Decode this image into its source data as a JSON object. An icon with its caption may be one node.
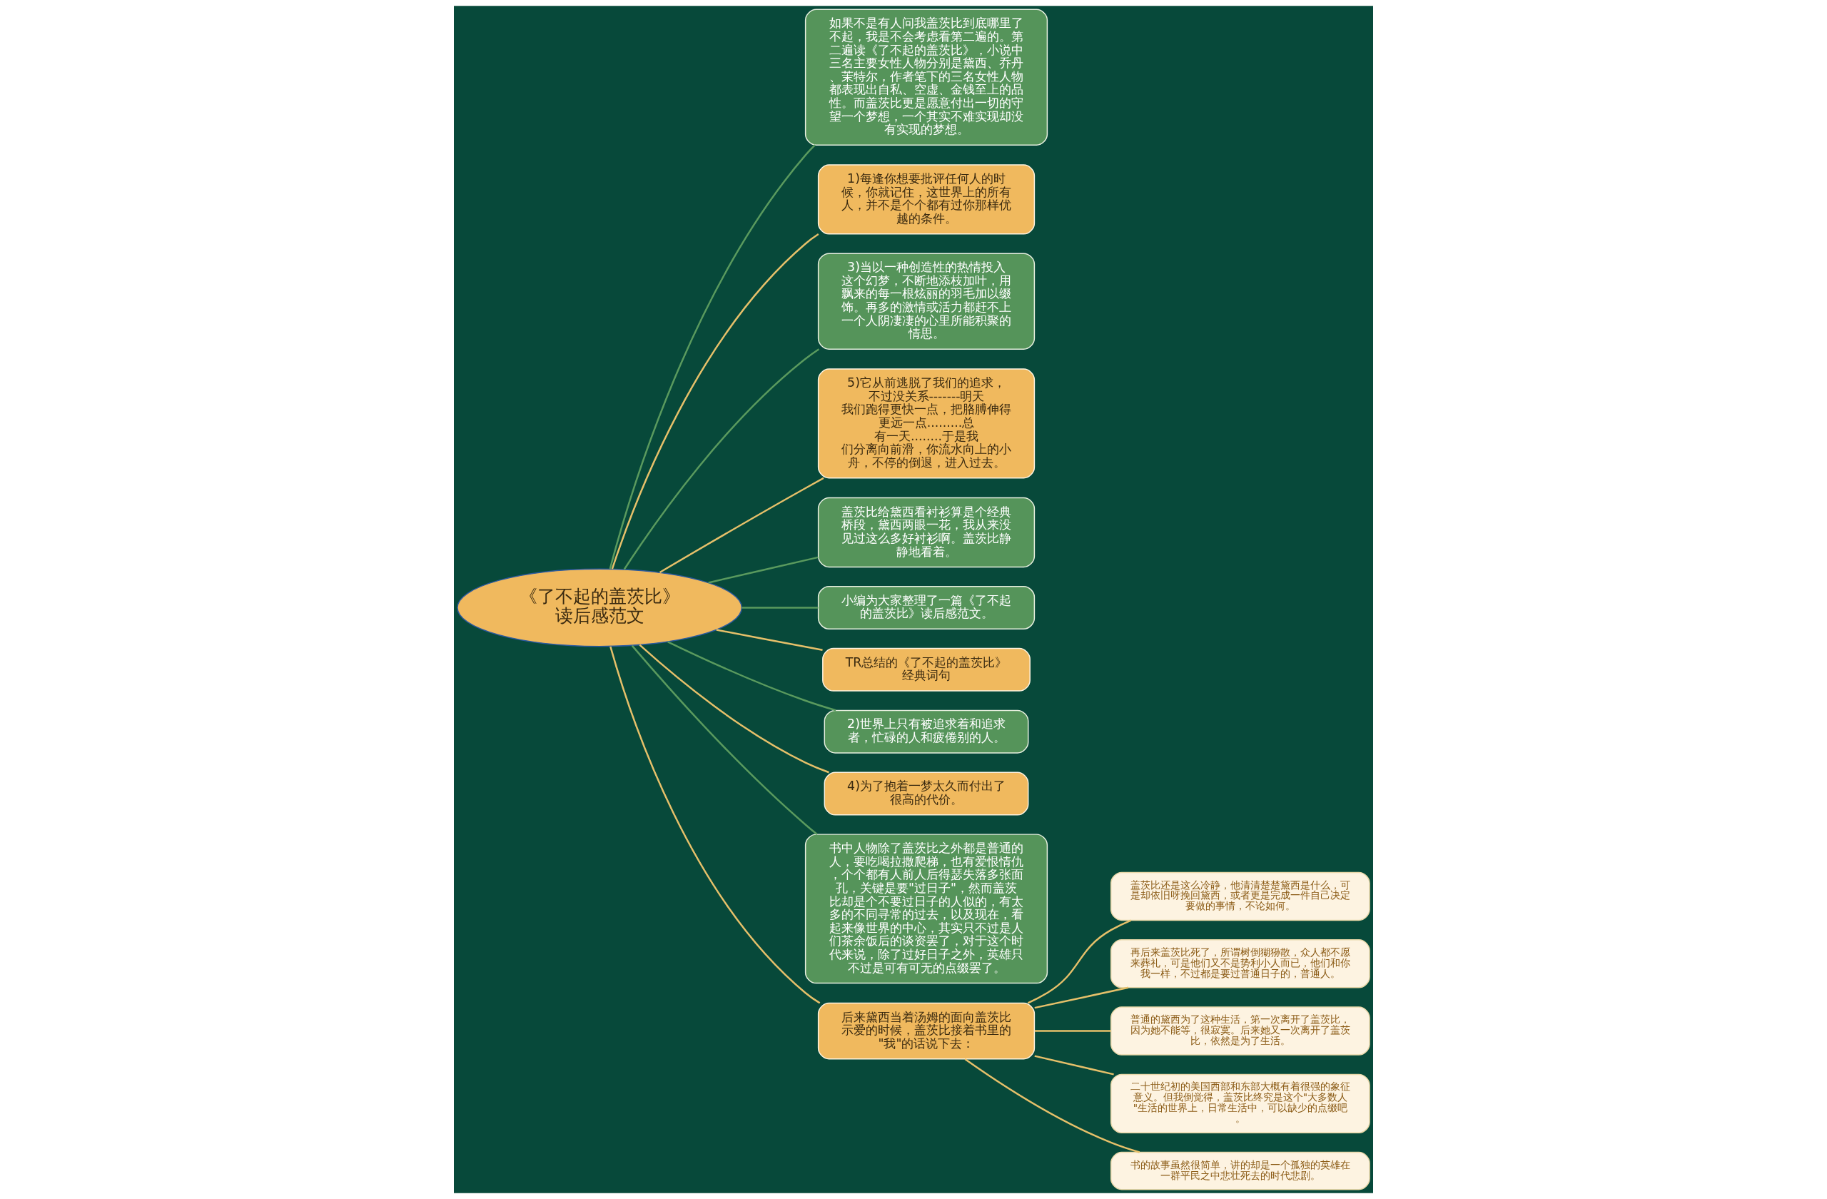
{
  "diagram": {
    "nodes": [
      {
        "text": [
          "《了不起的盖茨比》读后感范文"
        ]
      },
      {
        "text": [
          "如果不是有人问我盖茨比到底哪里了不起，我是不会考虑看第二遍的。第二遍读《了不起的盖茨比》，小说中三名主要女性人物分别是黛西、乔丹、茉特尔，作者笔下的三名女性人物都表现出自私、空虚、金钱至上的品性。而盖茨比更是愿意付出一切的守望一个梦想，一个其实不难实现却没有实现的梦想。"
        ]
      },
      {
        "text": [
          "1)每逢你想要批评任何人的时候，你就记住，这世界上的所有人，并不是个个都有过你那样优越的条件。"
        ]
      },
      {
        "text": [
          "3)当以一种创造性的热情投入这个幻梦，不断地添枝加叶，用飘来的每一根炫丽的羽毛加以缀饰。再多的激情或活力都赶不上一个人阴凄凄的心里所能积聚的情思。"
        ]
      },
      {
        "text": [
          "5)它从前逃脱了我们的追求，不过没关系-------明天我们跑得更快一点，把胳膊伸得更远一点.........总有一天........于是我们分离向前滑，你流水向上的小舟，不停的倒退，进入过去。"
        ]
      },
      {
        "text": [
          "盖茨比给黛西看衬衫算是个经典桥段，黛西两眼一花，我从来没见过这么多好衬衫啊。盖茨比静静地看着。"
        ]
      },
      {
        "text": [
          "小编为大家整理了一篇《了不起的盖茨比》读后感范文。"
        ]
      },
      {
        "text": [
          "TR总结的《了不起的盖茨比》经典词句"
        ]
      },
      {
        "text": [
          "2)世界上只有被追求着和追求者，忙碌的人和疲倦别的人。"
        ]
      },
      {
        "text": [
          "4)为了抱着一梦太久而付出了很高的代价。"
        ]
      },
      {
        "text": [
          "书中人物除了盖茨比之外都是普通的人，要吃喝拉撒爬梯，也有爱恨情仇，个个都有人前人后得瑟失落多张面孔，关键是要\"过日子\"，然而盖茨比却是个不要过日子的人似的，有太多的不同寻常的过去，以及现在，看起来像世界的中心，其实只不过是人们茶余饭后的谈资罢了，对于这个时代来说，除了过好日子之外，英雄只不过是可有可无的点缀罢了。"
        ]
      },
      {
        "text": [
          "后来黛西当着汤姆的面向盖茨比示爱的时候，盖茨比接着书里的\"我\"的话说下去："
        ]
      },
      {
        "text": [
          "盖茨比还是这么冷静，他清清楚楚黛西是什么，可是却依旧呀挽回黛西，或者更是完成一件自己决定要做的事情，不论如何。"
        ]
      },
      {
        "text": [
          "再后来盖茨比死了，所谓树倒猢狲散，众人都不愿来葬礼，可是他们又不是势利小人而已，他们和你我一样，不过都是要过普通日子的，普通人。"
        ]
      },
      {
        "text": [
          "普通的黛西为了这种生活，第一次离开了盖茨比，因为她不能等，很寂寞。后来她又一次离开了盖茨比，依然是为了生活。"
        ]
      },
      {
        "text": [
          "二十世纪初的美国西部和东部大概有着很强的象征意义。但我倒觉得，盖茨比终究是这个\"大多数人\"生活的世界上，日常生活中，可以缺少的点缀吧。"
        ]
      },
      {
        "text": [
          "书的故事虽然很简单，讲的却是一个孤独的英雄在一群平民之中悲壮死去的时代悲剧。"
        ]
      }
    ],
    "edges": [
      {
        "from": 0,
        "to": 1,
        "arrow": "none",
        "color": "#5a9a5e"
      },
      {
        "from": 0,
        "to": 2,
        "arrow": "none"
      },
      {
        "from": 0,
        "to": 3,
        "arrow": "none",
        "color": "#5a9a5e"
      },
      {
        "from": 0,
        "to": 4,
        "arrow": "none"
      },
      {
        "from": 0,
        "to": 5,
        "arrow": "none",
        "color": "#5a9a5e"
      },
      {
        "from": 0,
        "to": 6,
        "arrow": "none",
        "color": "#5a9a5e"
      },
      {
        "from": 0,
        "to": 7,
        "arrow": "none"
      },
      {
        "from": 0,
        "to": 8,
        "arrow": "none",
        "color": "#5a9a5e"
      },
      {
        "from": 0,
        "to": 9,
        "arrow": "none"
      },
      {
        "from": 0,
        "to": 10,
        "arrow": "none",
        "color": "#5a9a5e"
      },
      {
        "from": 0,
        "to": 11,
        "arrow": "none"
      },
      {
        "from": 11,
        "to": 12,
        "arrow": "none"
      },
      {
        "from": 11,
        "to": 13,
        "arrow": "none"
      },
      {
        "from": 11,
        "to": 14,
        "arrow": "none"
      },
      {
        "from": 11,
        "to": 15,
        "arrow": "none"
      },
      {
        "from": 11,
        "to": 16,
        "arrow": "none"
      }
    ]
  }
}
